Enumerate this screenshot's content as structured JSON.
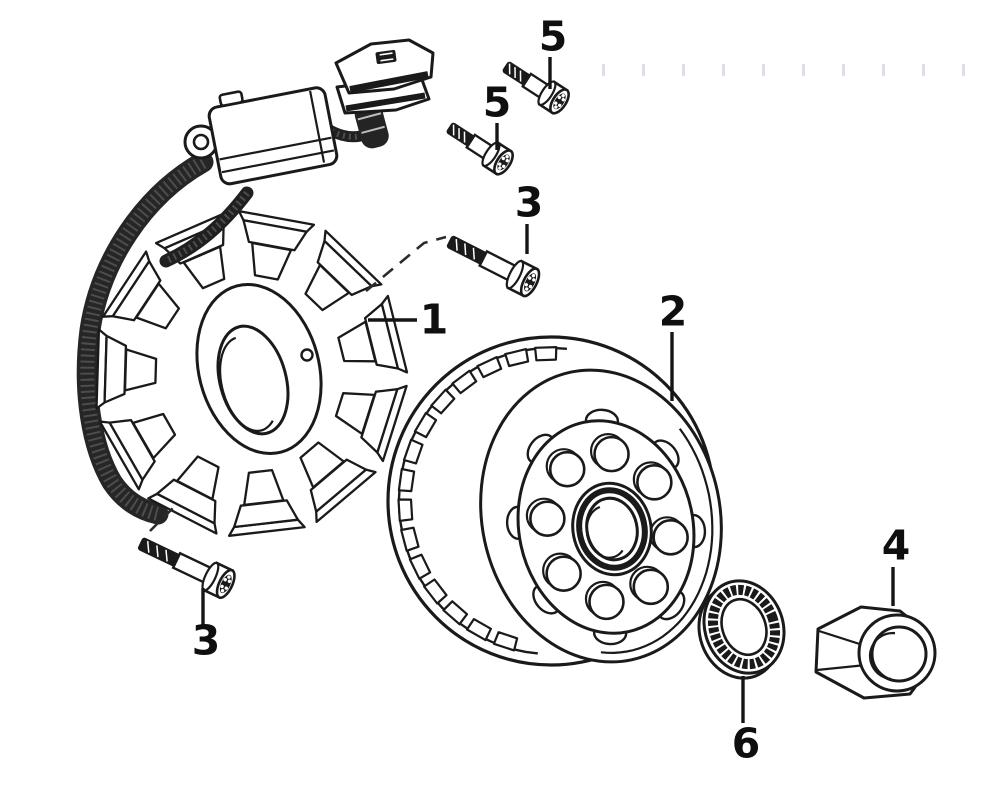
{
  "diagram": {
    "background": "#ffffff",
    "ink_color": "#1a1a1a",
    "callouts": [
      {
        "id": "1",
        "label": "1"
      },
      {
        "id": "2",
        "label": "2"
      },
      {
        "id": "3-upper",
        "label": "3"
      },
      {
        "id": "3-lower",
        "label": "3"
      },
      {
        "id": "4",
        "label": "4"
      },
      {
        "id": "5-upper",
        "label": "5"
      },
      {
        "id": "5-lower",
        "label": "5"
      },
      {
        "id": "6",
        "label": "6"
      }
    ]
  }
}
